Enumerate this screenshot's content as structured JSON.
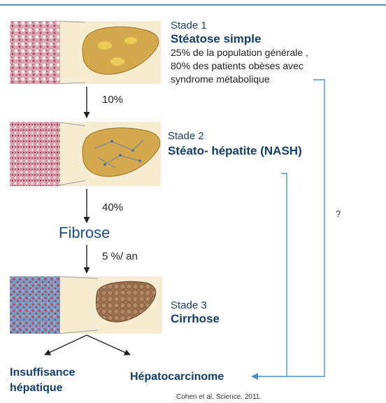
{
  "stages": [
    {
      "label": "Stade 1",
      "title": "Stéatose simple",
      "description": "25% de la population générale ,\n80% des patients obèses avec\nsyndrome métabolique"
    },
    {
      "label": "Stade 2",
      "title": "Stéato- hépatite (NASH)"
    },
    {
      "label": "Stade 3",
      "title": "Cirrhose"
    }
  ],
  "transitions": [
    "10%",
    "40%",
    "5 %/ an"
  ],
  "fibrose": "Fibrose",
  "outcomes": {
    "insuffisance": "Insuffisance\nhépatique",
    "hepatocarcinome": "Hépatocarcinome"
  },
  "question_mark": "?",
  "citation": "Cohen et al. Science. 2011.",
  "colors": {
    "title_blue": "#123e6e",
    "arrow_blue": "#4a90c8",
    "histology_pink": "#c98a9a",
    "liver_tan": "#d4a94e",
    "cirrhosis_brown": "#8c6040"
  }
}
